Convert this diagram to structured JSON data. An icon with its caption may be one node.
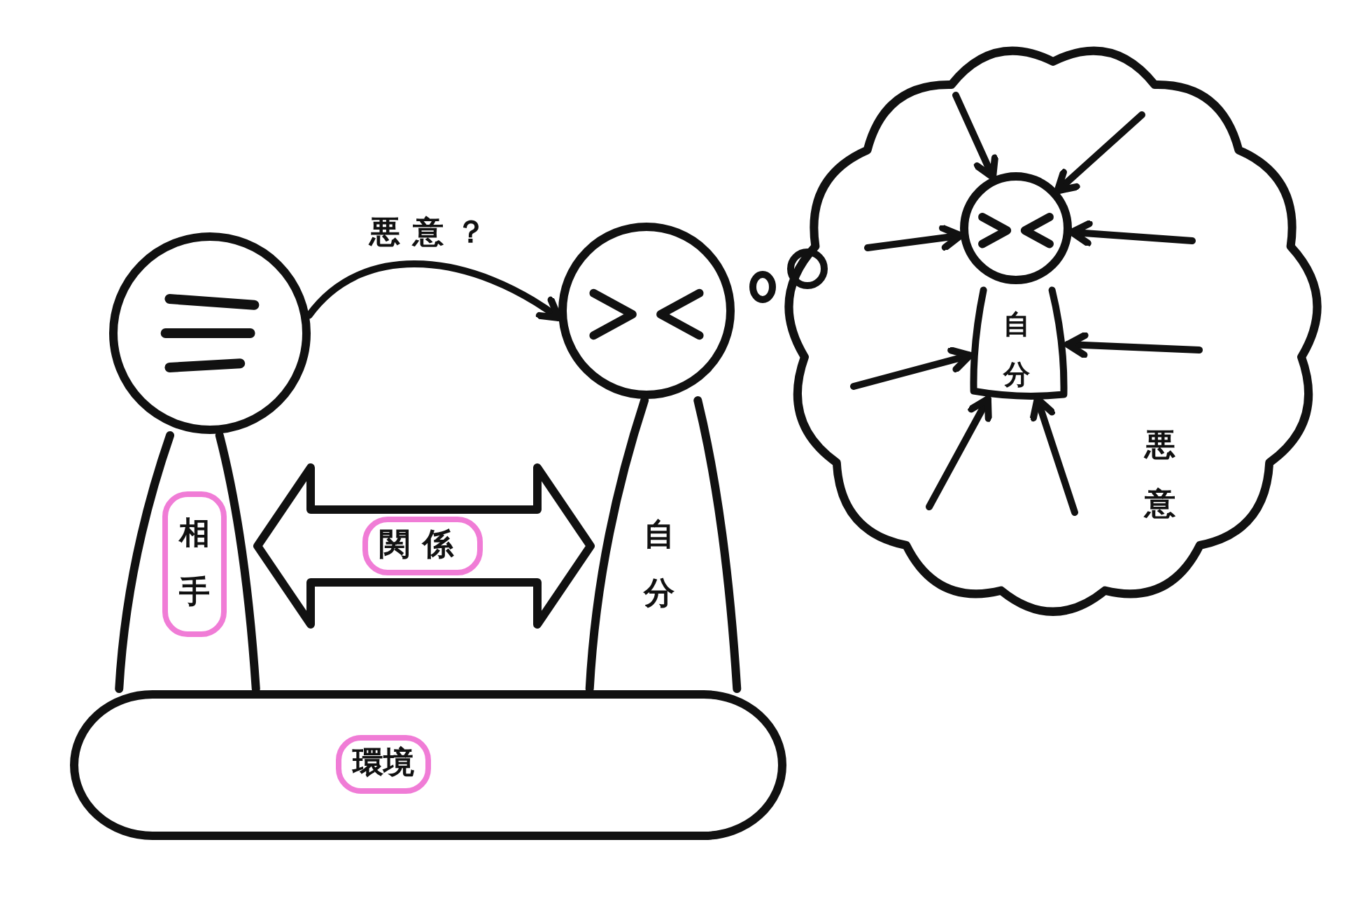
{
  "diagram": {
    "nodes": [
      {
        "text": [],
        "shape": "circle"
      },
      {
        "text": [
          "相手"
        ]
      },
      {
        "text": [],
        "shape": "circle"
      },
      {
        "text": [
          "自分"
        ]
      },
      {
        "text": [
          "環境"
        ]
      },
      {
        "text": [
          "悪意"
        ]
      },
      {
        "text": [],
        "shape": "circle",
        "in": 5
      },
      {
        "text": [
          "自分"
        ],
        "in": 5
      }
    ],
    "edges": [
      {
        "from": 0,
        "to": 2,
        "arrow": "to",
        "label": "悪意？"
      },
      {
        "from": 1,
        "to": 3,
        "arrow": "both",
        "label": "関係",
        "style": "thick"
      },
      {
        "from": null,
        "to": 6,
        "arrow": "to"
      },
      {
        "from": null,
        "to": 6,
        "arrow": "to"
      },
      {
        "from": null,
        "to": 6,
        "arrow": "to"
      },
      {
        "from": null,
        "to": 6,
        "arrow": "to"
      },
      {
        "from": null,
        "to": 7,
        "arrow": "to"
      },
      {
        "from": null,
        "to": 7,
        "arrow": "to"
      },
      {
        "from": null,
        "to": 7,
        "arrow": "to"
      },
      {
        "from": null,
        "to": 7,
        "arrow": "to"
      }
    ]
  }
}
